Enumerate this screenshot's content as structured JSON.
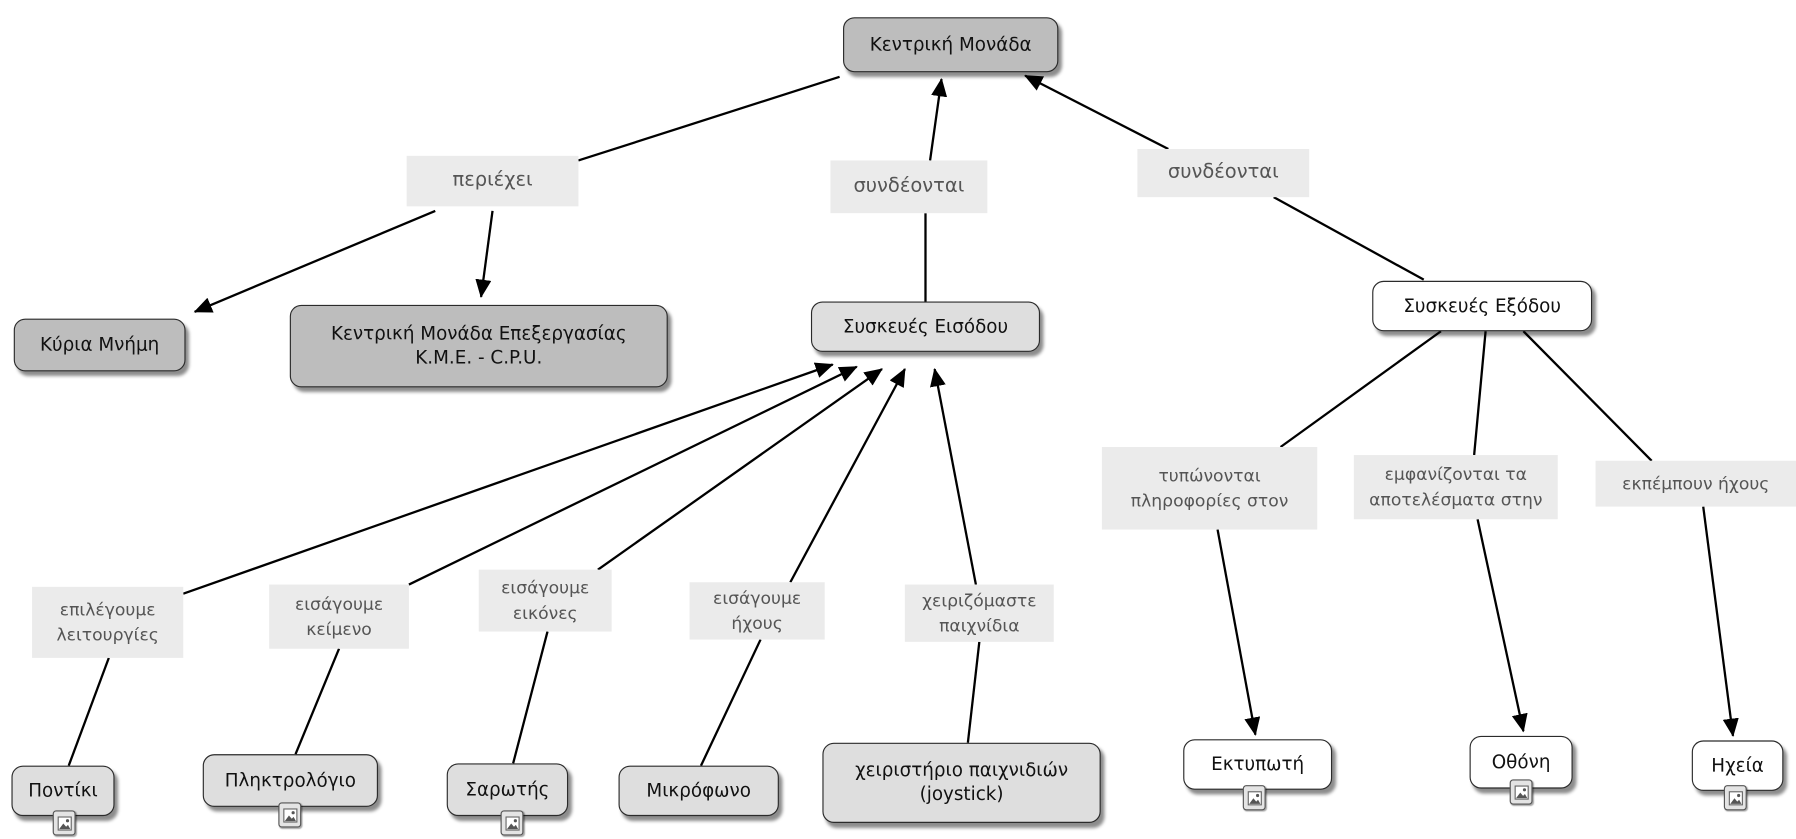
{
  "nodes": {
    "central_unit": "Κεντρική Μονάδα",
    "main_memory": "Κύρια Μνήμη",
    "cpu": [
      "Κεντρική Μονάδα Επεξεργασίας",
      "Κ.Μ.Ε. - C.P.U."
    ],
    "input_devices": "Συσκευές Εισόδου",
    "output_devices": "Συσκευές Εξόδου",
    "mouse": "Ποντίκι",
    "keyboard": "Πληκτρολόγιο",
    "scanner": "Σαρωτής",
    "microphone": "Μικρόφωνο",
    "joystick": [
      "χειριστήριο παιχνιδιών",
      "(joystick)"
    ],
    "printer": "Εκτυπωτή",
    "screen": "Οθόνη",
    "speakers": "Ηχεία"
  },
  "links": {
    "contains": "περιέχει",
    "connect_input": "συνδέονται",
    "connect_output": "συνδέονται",
    "select_functions": [
      "επιλέγουμε",
      "λειτουργίες"
    ],
    "enter_text": [
      "εισάγουμε",
      "κείμενο"
    ],
    "enter_images": [
      "εισάγουμε",
      "εικόνες"
    ],
    "enter_sounds": [
      "εισάγουμε",
      "ήχους"
    ],
    "handle_games": [
      "χειριζόμαστε",
      "παιχνίδια"
    ],
    "printed_info": [
      "τυπώνονται",
      "πληροφορίες στον"
    ],
    "results_shown": [
      "εμφανίζονται τα",
      "αποτελέσματα στην"
    ],
    "emit_sounds": "εκπέμπουν ήχους"
  },
  "icons": {
    "resource": "image-icon"
  },
  "colors": {
    "node_dark": "#bdbdbd",
    "node_gray": "#dedede",
    "node_white": "#ffffff",
    "label_bg": "#ebebeb",
    "label_text": "#555555",
    "line": "#000000"
  }
}
